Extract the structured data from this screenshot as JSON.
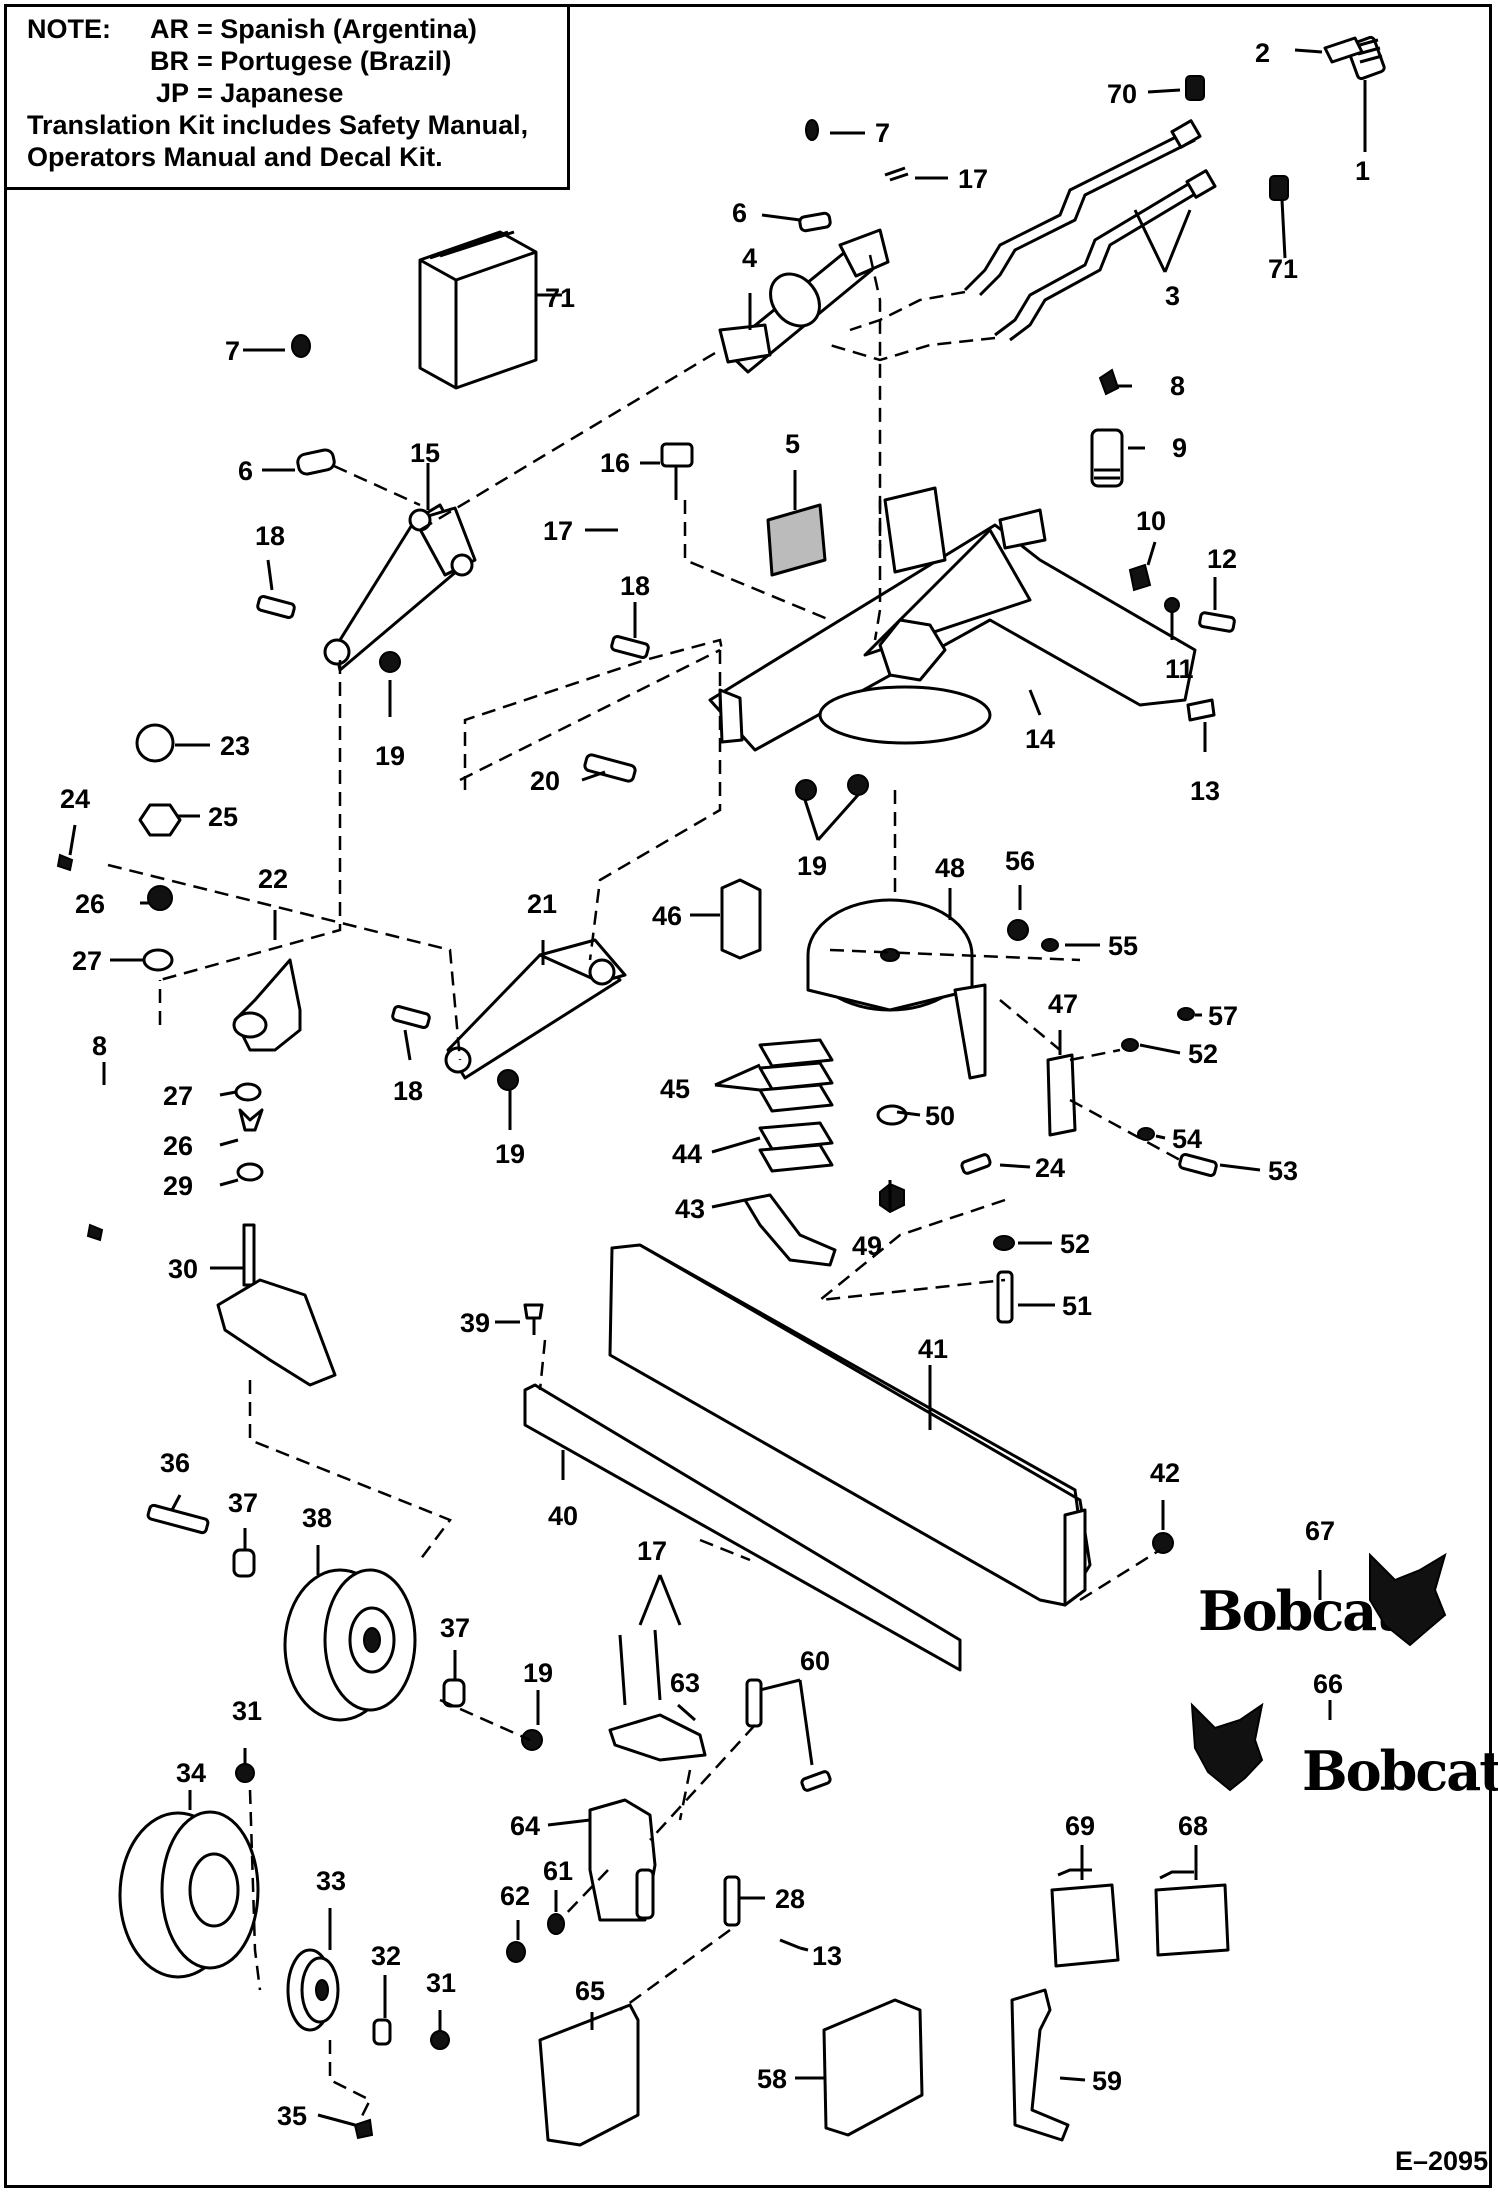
{
  "note": {
    "heading": "NOTE:",
    "codes": [
      {
        "code": "AR",
        "eq": "=",
        "language": "Spanish (Argentina)"
      },
      {
        "code": "BR",
        "eq": "=",
        "language": "Portugese (Brazil)"
      },
      {
        "code": "JP",
        "eq": "=",
        "language": "Japanese"
      }
    ],
    "line_4": "Translation Kit includes Safety Manual,",
    "line_5": "Operators Manual and Decal Kit."
  },
  "figure_id": "E–2095",
  "logos": {
    "left_word": "Bobcat",
    "right_word": "Bobcat"
  },
  "callouts": {
    "c1": "1",
    "c2": "2",
    "c3": "3",
    "c4": "4",
    "c5": "5",
    "c6a": "6",
    "c6b": "6",
    "c7a": "7",
    "c7b": "7",
    "c8a": "8",
    "c8b": "8",
    "c9": "9",
    "c10": "10",
    "c11": "11",
    "c12": "12",
    "c13a": "13",
    "c13b": "13",
    "c14": "14",
    "c15": "15",
    "c16": "16",
    "c17a": "17",
    "c17b": "17",
    "c17c": "17",
    "c18a": "18",
    "c18b": "18",
    "c18c": "18",
    "c19a": "19",
    "c19b": "19",
    "c19c": "19",
    "c19d": "19",
    "c20": "20",
    "c21": "21",
    "c22": "22",
    "c23": "23",
    "c24a": "24",
    "c24b": "24",
    "c25": "25",
    "c26a": "26",
    "c26b": "26",
    "c27a": "27",
    "c27b": "27",
    "c28": "28",
    "c29": "29",
    "c30": "30",
    "c31a": "31",
    "c31b": "31",
    "c32": "32",
    "c33": "33",
    "c34": "34",
    "c35": "35",
    "c36": "36",
    "c37a": "37",
    "c37b": "37",
    "c38": "38",
    "c39": "39",
    "c40": "40",
    "c41": "41",
    "c42": "42",
    "c43": "43",
    "c44": "44",
    "c45": "45",
    "c46": "46",
    "c47": "47",
    "c48": "48",
    "c49": "49",
    "c50": "50",
    "c51": "51",
    "c52a": "52",
    "c52b": "52",
    "c53": "53",
    "c54": "54",
    "c55": "55",
    "c56": "56",
    "c57": "57",
    "c58": "58",
    "c59": "59",
    "c60": "60",
    "c61": "61",
    "c62": "62",
    "c63": "63",
    "c64": "64",
    "c65": "65",
    "c66": "66",
    "c67": "67",
    "c68": "68",
    "c69": "69",
    "c70": "70",
    "c71a": "71",
    "c71b": "71"
  }
}
